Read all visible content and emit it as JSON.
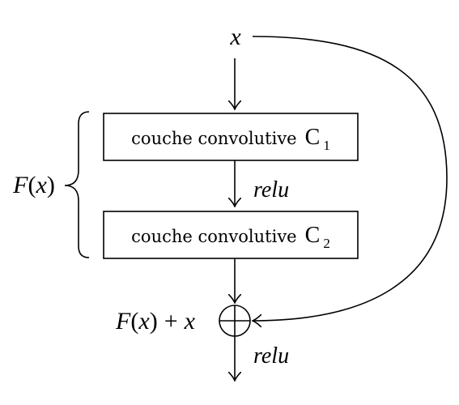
{
  "diagram": {
    "input_label": "x",
    "block1": {
      "text": "couche convolutive",
      "symbol": "C",
      "subscript": "1"
    },
    "block2": {
      "text": "couche convolutive",
      "symbol": "C",
      "subscript": "2"
    },
    "activation_mid": "relu",
    "activation_out": "relu",
    "function_label": {
      "name": "F",
      "open": "(",
      "arg": "x",
      "close": ")"
    },
    "sum_label": {
      "name": "F",
      "open": "(",
      "arg": "x",
      "close": ")",
      "plus": "+",
      "term": "x"
    },
    "operator": "⊕"
  },
  "colors": {
    "stroke": "#000000",
    "background": "#ffffff"
  }
}
